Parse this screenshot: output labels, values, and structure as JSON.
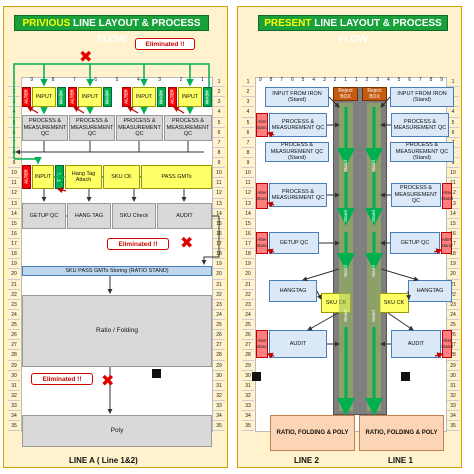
{
  "previous": {
    "title_a": "PRIVIOUS",
    "title_b": " LINE LAYOUT & PROCESS FLOW",
    "columns": [
      "9",
      "8",
      "7",
      "6",
      "5",
      "4",
      "3",
      "2",
      "1"
    ],
    "rows": [
      "1",
      "2",
      "3",
      "4",
      "5",
      "6",
      "7",
      "8",
      "9",
      "10",
      "11",
      "12",
      "13",
      "14",
      "15",
      "16",
      "17",
      "18",
      "19",
      "20",
      "21",
      "22",
      "23",
      "24",
      "25",
      "26",
      "27",
      "28",
      "29",
      "30",
      "31",
      "32",
      "33",
      "34",
      "35"
    ],
    "alter": "ALTER",
    "input": "INPUT",
    "wash": "WASH",
    "process_qc": "PROCESS & MEASUREMENT QC",
    "hang_tag_attach": "Hang Tag Attach",
    "tag": "TAG",
    "sku_ck": "SKU CK",
    "pass_gmts": "PASS GMTs",
    "getup_qc": "GETUP QC",
    "hang_tag": "HANG TAG",
    "sku_check": "SKU Check",
    "audit": "AUDIT",
    "sku_pass": "SKU PASS GMTs Storing (RATIO STAND)",
    "ratio_folding": "Ratio / Folding",
    "poly": "Poly",
    "eliminated": "Eliminated !!",
    "footer": "LINE A ( Line 1&2)"
  },
  "present": {
    "title_a": "PRESENT",
    "title_b": " LINE LAYOUT & PROCESS FLOW",
    "columns": [
      "9",
      "8",
      "7",
      "6",
      "5",
      "4",
      "3",
      "2",
      "1",
      "1",
      "2",
      "3",
      "4",
      "5",
      "6",
      "7",
      "8",
      "9"
    ],
    "input_from_iron": "INPUT FROM IRON (Stand)",
    "reject_box": "Reject BOX",
    "process_qc": "PROCESS & MEASUREMENT QC",
    "process_qc_stand": "PROCESS & MEASUREMENT QC (Stand)",
    "alter_stand": "Alter Stand",
    "stand": "Stand",
    "getup_qc": "GETUP QC",
    "hangtag": "HANGTAG",
    "sku_ck": "SKU CK",
    "audit": "AUDIT",
    "ratio_folding_poly": "RATIO, FOLDING & POLY",
    "footer_2": "LINE 2",
    "footer_1": "LINE 1"
  },
  "colors": {
    "title_bg": "#18a13a",
    "panel_bg": "#fff2cc",
    "flow_green": "#00b050",
    "eliminated_red": "#e00000",
    "conveyor": "#7f7f7f"
  }
}
